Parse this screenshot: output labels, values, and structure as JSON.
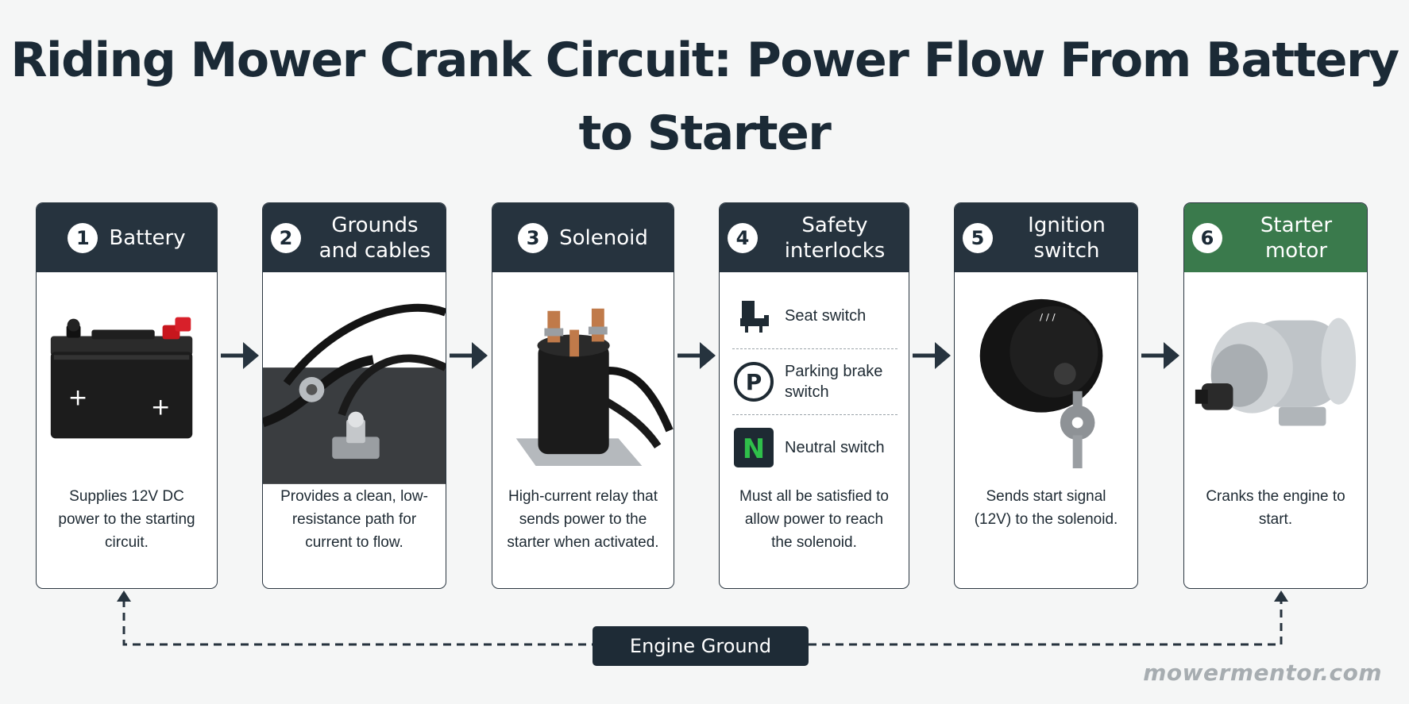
{
  "title": "Riding Mower Crank Circuit: Power Flow From Battery to Starter",
  "steps": [
    {
      "number": "1",
      "title": "Battery",
      "description": "Supplies 12V DC power to the starting circuit."
    },
    {
      "number": "2",
      "title": "Grounds and cables",
      "description": "Provides a clean, low-resistance path for current to flow."
    },
    {
      "number": "3",
      "title": "Solenoid",
      "description": "High-current relay that sends power to the starter when activated."
    },
    {
      "number": "4",
      "title": "Safety interlocks",
      "description": "Must all be satisfied to allow power to reach the solenoid."
    },
    {
      "number": "5",
      "title": "Ignition switch",
      "description": "Sends start signal (12V) to the solenoid."
    },
    {
      "number": "6",
      "title": "Starter motor",
      "description": "Cranks the engine to start."
    }
  ],
  "interlocks": [
    {
      "label": "Seat switch",
      "icon": "seat-icon"
    },
    {
      "label": "Parking brake switch",
      "icon": "parking-brake-icon",
      "glyph": "P"
    },
    {
      "label": "Neutral switch",
      "icon": "neutral-icon",
      "glyph": "N"
    }
  ],
  "ground_label": "Engine Ground",
  "watermark": "mowermentor.com",
  "colors": {
    "header_dark": "#26333e",
    "header_green": "#3a7a4c",
    "neutral_green": "#2fbf4a",
    "text": "#1e2a33"
  }
}
